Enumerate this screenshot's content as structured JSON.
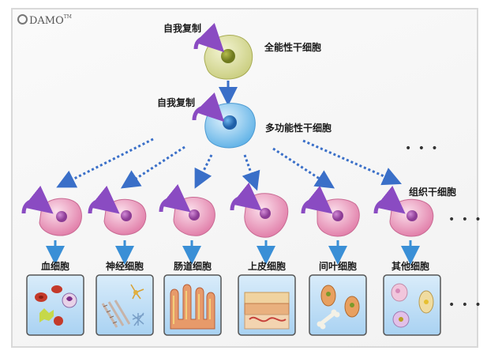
{
  "logo": {
    "text": "DAMO",
    "mark": "TM"
  },
  "top": {
    "self_renew_1": "自我复制",
    "totipotent": "全能性干细胞",
    "self_renew_2": "自我复制",
    "pluripotent": "多功能性干细胞",
    "tissue_stem": "组织干细胞",
    "ellipsis_upper": "• • •"
  },
  "cells": [
    {
      "label": "血细胞"
    },
    {
      "label": "神经细胞"
    },
    {
      "label": "肠道细胞"
    },
    {
      "label": "上皮细胞"
    },
    {
      "label": "间叶细胞"
    },
    {
      "label": "其他细胞"
    }
  ],
  "ellipsis_right_1": "• • •",
  "ellipsis_right_2": "• • •",
  "colors": {
    "arrow_blue": "#3a8fd6",
    "dashed_blue": "#3a6fc8",
    "curl_purple": "#8a4bc2",
    "cell_pink": "#e38bb0",
    "cell_green": "#d8dc9a",
    "cell_blue": "#7fc3ee"
  }
}
